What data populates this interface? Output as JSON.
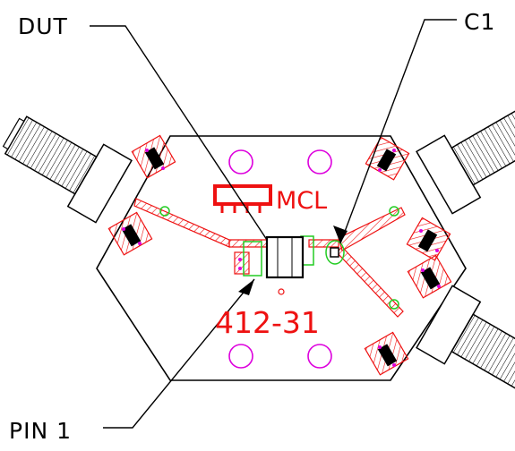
{
  "labels": {
    "dut": "DUT",
    "c1": "C1",
    "pin1": "PIN 1"
  },
  "board": {
    "logo_text": "MCL",
    "part_number": "412-31"
  },
  "colors": {
    "trace": "#ee1111",
    "pad_green": "#22cc22",
    "via_magenta": "#dd00dd",
    "outline": "#000000",
    "background": "#ffffff"
  },
  "icons": {
    "connectors": "sma-connector-icon",
    "logo": "mcl-logo-icon"
  }
}
